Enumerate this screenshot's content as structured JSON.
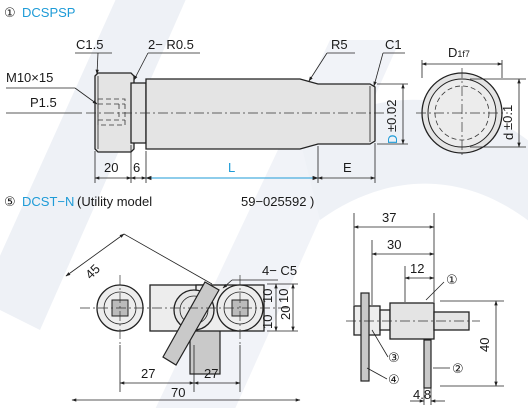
{
  "colors": {
    "accent_blue": "#1e9bd7",
    "text": "#1a1a1a",
    "watermark": "#eef1f6"
  },
  "part1": {
    "title_num": "①",
    "title_code": "DCSPSP",
    "dims": {
      "c15": "C1.5",
      "r05": "2− R0.5",
      "r5": "R5",
      "c1": "C1",
      "m10": "M10×15",
      "p15": "P1.5",
      "d1f7_main": "D",
      "d1f7_sub": "1f7",
      "d002": "D",
      "d002_tol": "±0.02",
      "d01": "d",
      "d01_tol": "±0.1",
      "w20": "20",
      "w6": "6",
      "wL": "L",
      "wE": "E"
    }
  },
  "part5": {
    "title_num": "⑤",
    "title_code": "DCST−N",
    "title_note": "(Utility model",
    "title_number": "59−025592 )",
    "dims": {
      "d45": "45",
      "c5": "4− C5",
      "d10a": "10",
      "d10b": "10",
      "d10c": "10",
      "d20": "20",
      "d27a": "27",
      "d27b": "27",
      "d70": "70",
      "d37": "37",
      "d30": "30",
      "d12": "12",
      "d40": "40",
      "d48": "4.8"
    },
    "callouts": [
      "①",
      "②",
      "③",
      "④"
    ]
  }
}
